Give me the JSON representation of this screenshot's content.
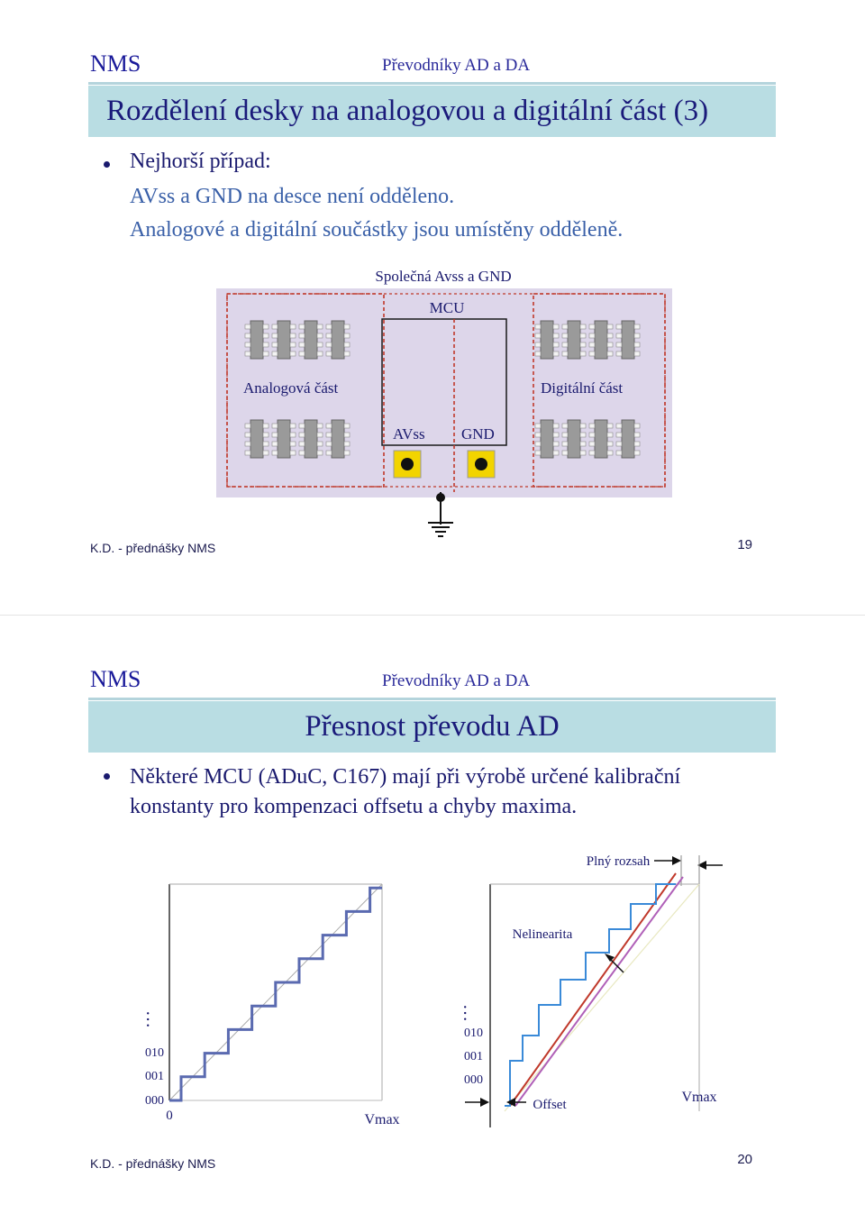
{
  "slide1": {
    "course": "NMS",
    "topic": "Převodníky AD a DA",
    "title": "Rozdělení desky na analogovou a digitální část (3)",
    "bullet": "Nejhorší případ:",
    "lines": [
      "AVss a GND na desce není odděleno.",
      "Analogové a digitální součástky jsou umístěny odděleně."
    ],
    "diagram": {
      "title": "Společná Avss a GND",
      "mcu": "MCU",
      "analog": "Analogová část",
      "digital": "Digitální část",
      "avss": "AVss",
      "gnd": "GND"
    },
    "footer": "K.D. - přednášky NMS",
    "page": "19"
  },
  "slide2": {
    "course": "NMS",
    "topic": "Převodníky AD a DA",
    "title": "Přesnost převodu AD",
    "bullet": "Některé MCU (ADuC, C167) mají při výrobě určené kalibrační konstanty pro kompenzaci offsetu a chyby maxima.",
    "left_chart": {
      "codes": [
        "010",
        "001",
        "000"
      ],
      "ellipsis": "…",
      "x_start": "0",
      "x_end": "Vmax"
    },
    "right_chart": {
      "codes": [
        "010",
        "001",
        "000"
      ],
      "ellipsis": "…",
      "full_scale": "Plný rozsah",
      "nonlinearity": "Nelinearita",
      "offset": "Offset",
      "x_end": "Vmax"
    },
    "footer": "K.D. - přednášky NMS",
    "page": "20"
  },
  "colors": {
    "titlebar": "#b9dde3",
    "board": "#ddd6ea",
    "staircase_ideal": "#5a6ab0",
    "staircase_real": "#3a8ad8",
    "line_red": "#c0392b",
    "line_purple": "#b060b8"
  }
}
